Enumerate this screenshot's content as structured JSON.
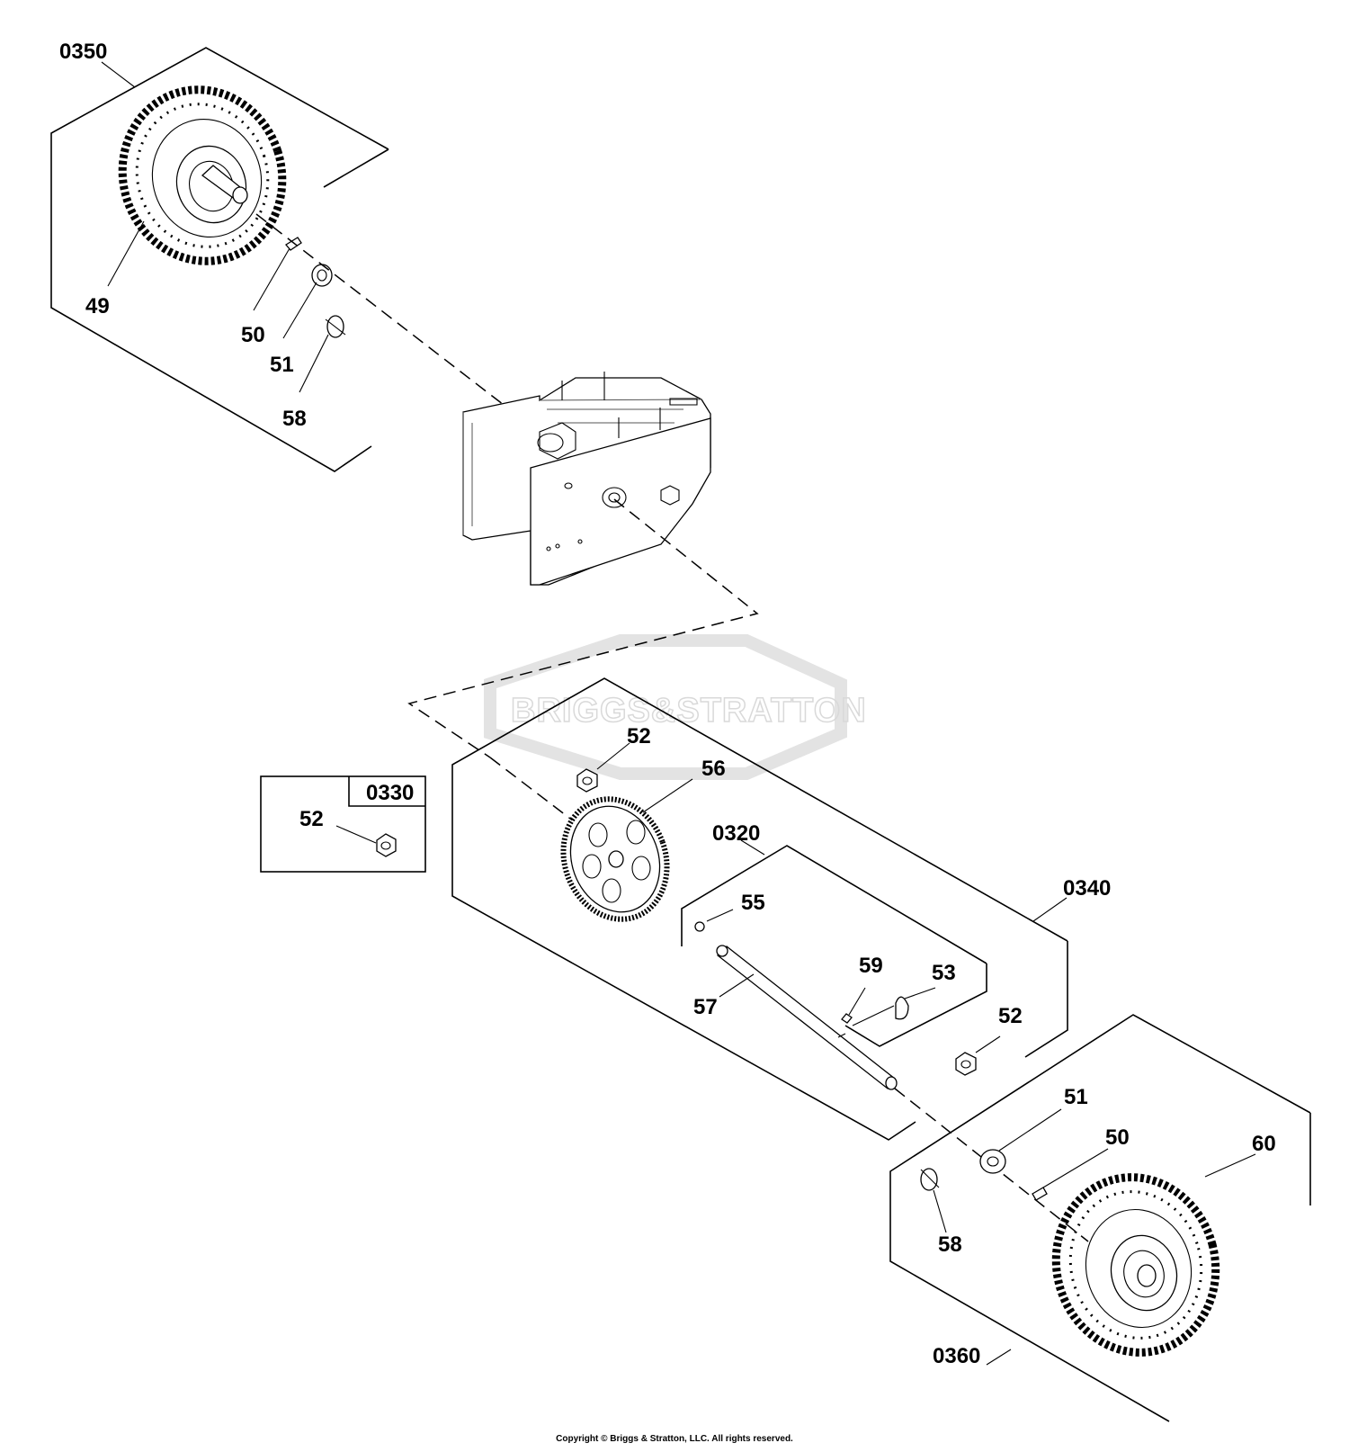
{
  "watermark": {
    "brand": "BRIGGS&STRATTON"
  },
  "copyright": "Copyright © Briggs & Stratton, LLC. All rights reserved.",
  "callouts": {
    "0350": "0350",
    "49": "49",
    "50a": "50",
    "51a": "51",
    "58a": "58",
    "0330": "0330",
    "52a": "52",
    "52b": "52",
    "56": "56",
    "0320": "0320",
    "55": "55",
    "57": "57",
    "59": "59",
    "53": "53",
    "52c": "52",
    "0340": "0340",
    "51b": "51",
    "50b": "50",
    "60": "60",
    "58b": "58",
    "0360": "0360"
  }
}
